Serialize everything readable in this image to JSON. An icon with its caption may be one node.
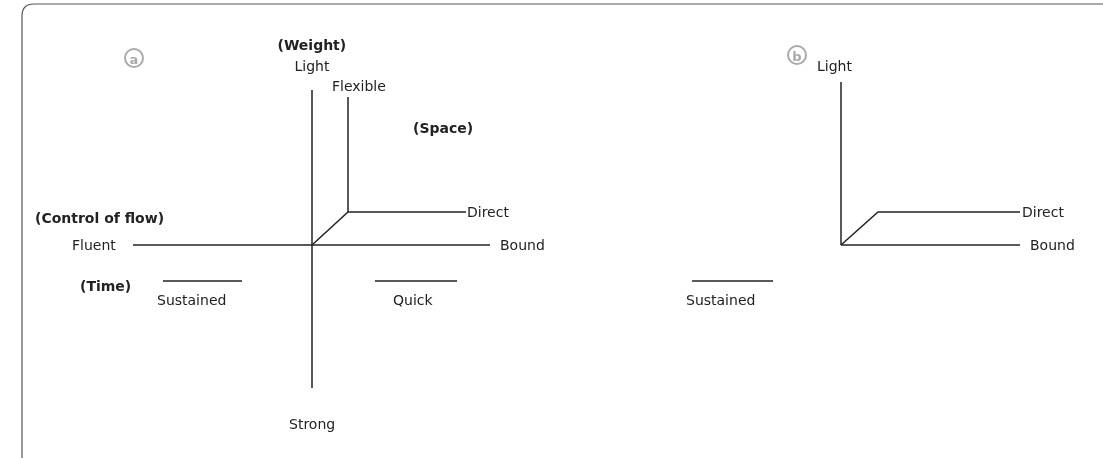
{
  "diagram": {
    "nodes": [
      {
        "text": [
          "a"
        ]
      },
      {
        "text": [
          "b"
        ]
      }
    ],
    "labels": [
      "(Weight)",
      "Light",
      "Flexible",
      "(Space)",
      "Direct",
      "(Control of flow)",
      "Fluent",
      "Bound",
      "(Time)",
      "Sustained",
      "Quick",
      "Strong",
      "Light",
      "Direct",
      "Bound",
      "Sustained"
    ]
  }
}
